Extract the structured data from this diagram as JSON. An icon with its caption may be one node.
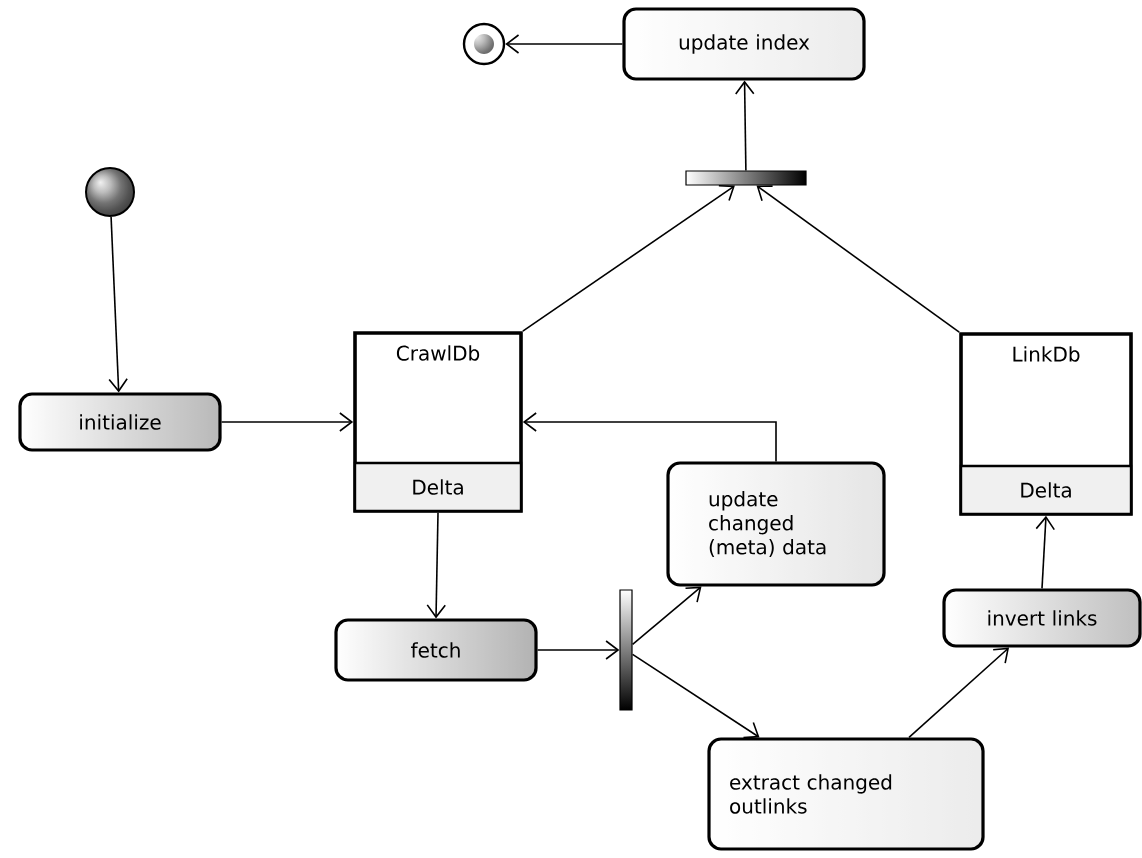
{
  "diagram": {
    "nodes": [
      {
        "text": [],
        "shape": "circle"
      },
      {
        "text": [
          "update index"
        ]
      },
      {
        "text": [],
        "shape": "bar"
      },
      {
        "text": [],
        "shape": "circle"
      },
      {
        "text": [
          "initialize"
        ]
      },
      {
        "text": [
          "CrawlDb",
          "Delta"
        ]
      },
      {
        "text": [
          "LinkDb",
          "Delta"
        ]
      },
      {
        "text": [
          "update changed (meta) data"
        ]
      },
      {
        "text": [
          "fetch"
        ]
      },
      {
        "text": [],
        "shape": "bar"
      },
      {
        "text": [
          "extract changed outlinks"
        ]
      },
      {
        "text": [
          "invert links"
        ]
      }
    ],
    "edges": [
      {
        "from": 1,
        "to": 0,
        "arrow": "to"
      },
      {
        "from": 2,
        "to": 1,
        "arrow": "to"
      },
      {
        "from": 5,
        "to": 2,
        "arrow": "to"
      },
      {
        "from": 6,
        "to": 2,
        "arrow": "to"
      },
      {
        "from": 3,
        "to": 4,
        "arrow": "to"
      },
      {
        "from": 4,
        "to": 5,
        "arrow": "to"
      },
      {
        "from": 5,
        "to": 8,
        "arrow": "to"
      },
      {
        "from": 8,
        "to": 9,
        "arrow": "to"
      },
      {
        "from": 9,
        "to": 7,
        "arrow": "to"
      },
      {
        "from": 9,
        "to": 10,
        "arrow": "to"
      },
      {
        "from": 7,
        "to": 5,
        "arrow": "to"
      },
      {
        "from": 10,
        "to": 11,
        "arrow": "to"
      },
      {
        "from": 11,
        "to": 6,
        "arrow": "to"
      }
    ]
  }
}
